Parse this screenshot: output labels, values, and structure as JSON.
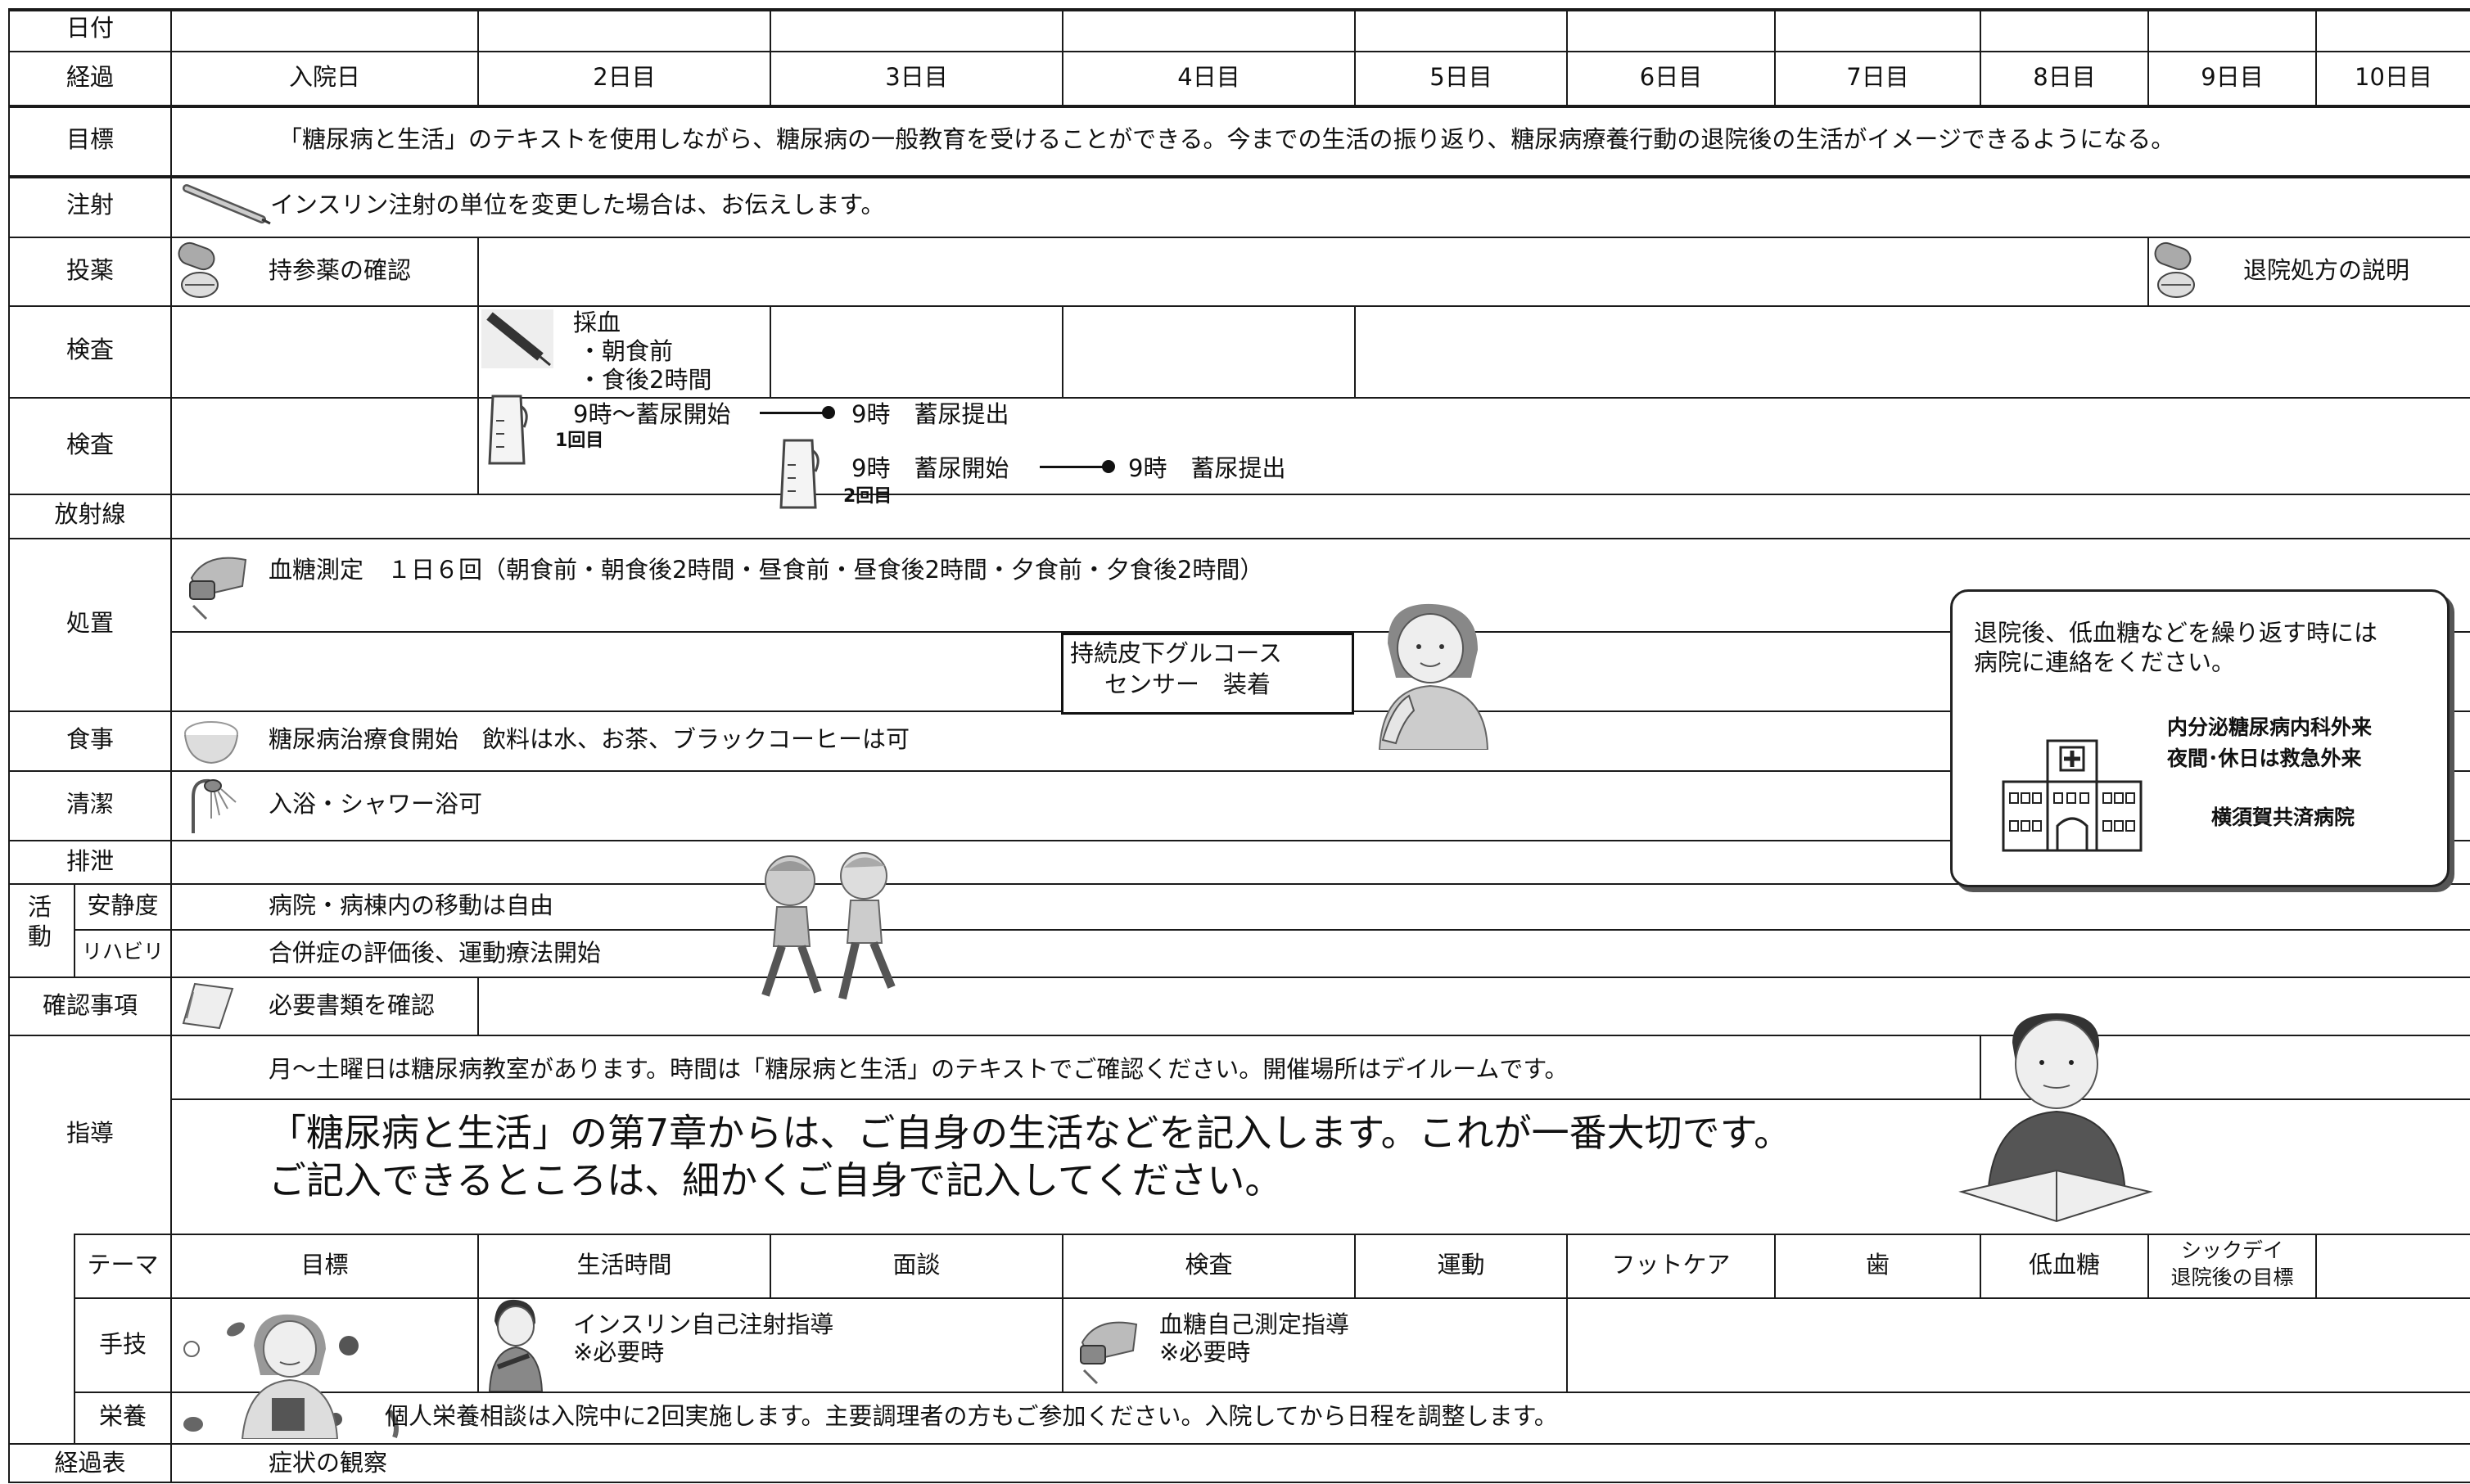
{
  "rows": {
    "date": "日付",
    "progress": "経過",
    "goal": "目標",
    "injection": "注射",
    "medication": "投薬",
    "test1": "検査",
    "test2": "検査",
    "radiation": "放射線",
    "treatment": "処置",
    "meal": "食事",
    "hygiene": "清潔",
    "excretion": "排泄",
    "activity": "活動",
    "rest": "安静度",
    "rehab": "リハビリ",
    "confirm": "確認事項",
    "guidance": "指導",
    "theme": "テーマ",
    "technique": "手技",
    "nutrition": "栄養",
    "chart": "経過表"
  },
  "days": [
    "入院日",
    "2日目",
    "3日目",
    "4日目",
    "5日目",
    "6日目",
    "7日目",
    "8日目",
    "9日目",
    "10日目"
  ],
  "goal_text": "「糖尿病と生活」のテキストを使用しながら、糖尿病の一般教育を受けることができる。今までの生活の振り返り、糖尿病療養行動の退院後の生活がイメージできるようになる。",
  "injection_text": "インスリン注射の単位を変更した場合は、お伝えします。",
  "medication": {
    "day1": "持参薬の確認",
    "day9": "退院処方の説明"
  },
  "test1": {
    "title": "採血",
    "item1": "・朝食前",
    "item2": "・食後2時間"
  },
  "test2": {
    "start1": "9時〜蓄尿開始",
    "count1": "1回目",
    "submit1": "9時　蓄尿提出",
    "start2": "9時　蓄尿開始",
    "count2": "2回目",
    "submit2": "9時　蓄尿提出"
  },
  "treatment": {
    "glucose": "血糖測定　１日６回（朝食前・朝食後2時間・昼食前・昼食後2時間・夕食前・夕食後2時間）",
    "sensor_line1": "持続皮下グルコース",
    "sensor_line2": "センサー　装着"
  },
  "notice": {
    "line1": "退院後、低血糖などを繰り返す時には",
    "line2": "病院に連絡をください。",
    "dept1": "内分泌糖尿病内科外来",
    "dept2": "夜間･休日は救急外来",
    "hospital": "横須賀共済病院"
  },
  "meal_text": "糖尿病治療食開始　飲料は水、お茶、ブラックコーヒーは可",
  "hygiene_text": "入浴・シャワー浴可",
  "rest_text": "病院・病棟内の移動は自由",
  "rehab_text": "合併症の評価後、運動療法開始",
  "confirm_text": "必要書類を確認",
  "guidance": {
    "line1": "月〜土曜日は糖尿病教室があります。時間は「糖尿病と生活」のテキストでご確認ください。開催場所はデイルームです。",
    "big1": "「糖尿病と生活」の第7章からは、ご自身の生活などを記入します。これが一番大切です。",
    "big2": "ご記入できるところは、細かくご自身で記入してください。"
  },
  "themes": [
    "目標",
    "生活時間",
    "面談",
    "検査",
    "運動",
    "フットケア",
    "歯",
    "低血糖",
    "シックデイ",
    "退院後の目標"
  ],
  "technique": {
    "insulin": "インスリン自己注射指導",
    "insulin_note": "※必要時",
    "glucose": "血糖自己測定指導",
    "glucose_note": "※必要時"
  },
  "nutrition_text": "個人栄養相談は入院中に2回実施します。主要調理者の方もご参加ください。入院してから日程を調整します。",
  "chart_text": "症状の観察"
}
